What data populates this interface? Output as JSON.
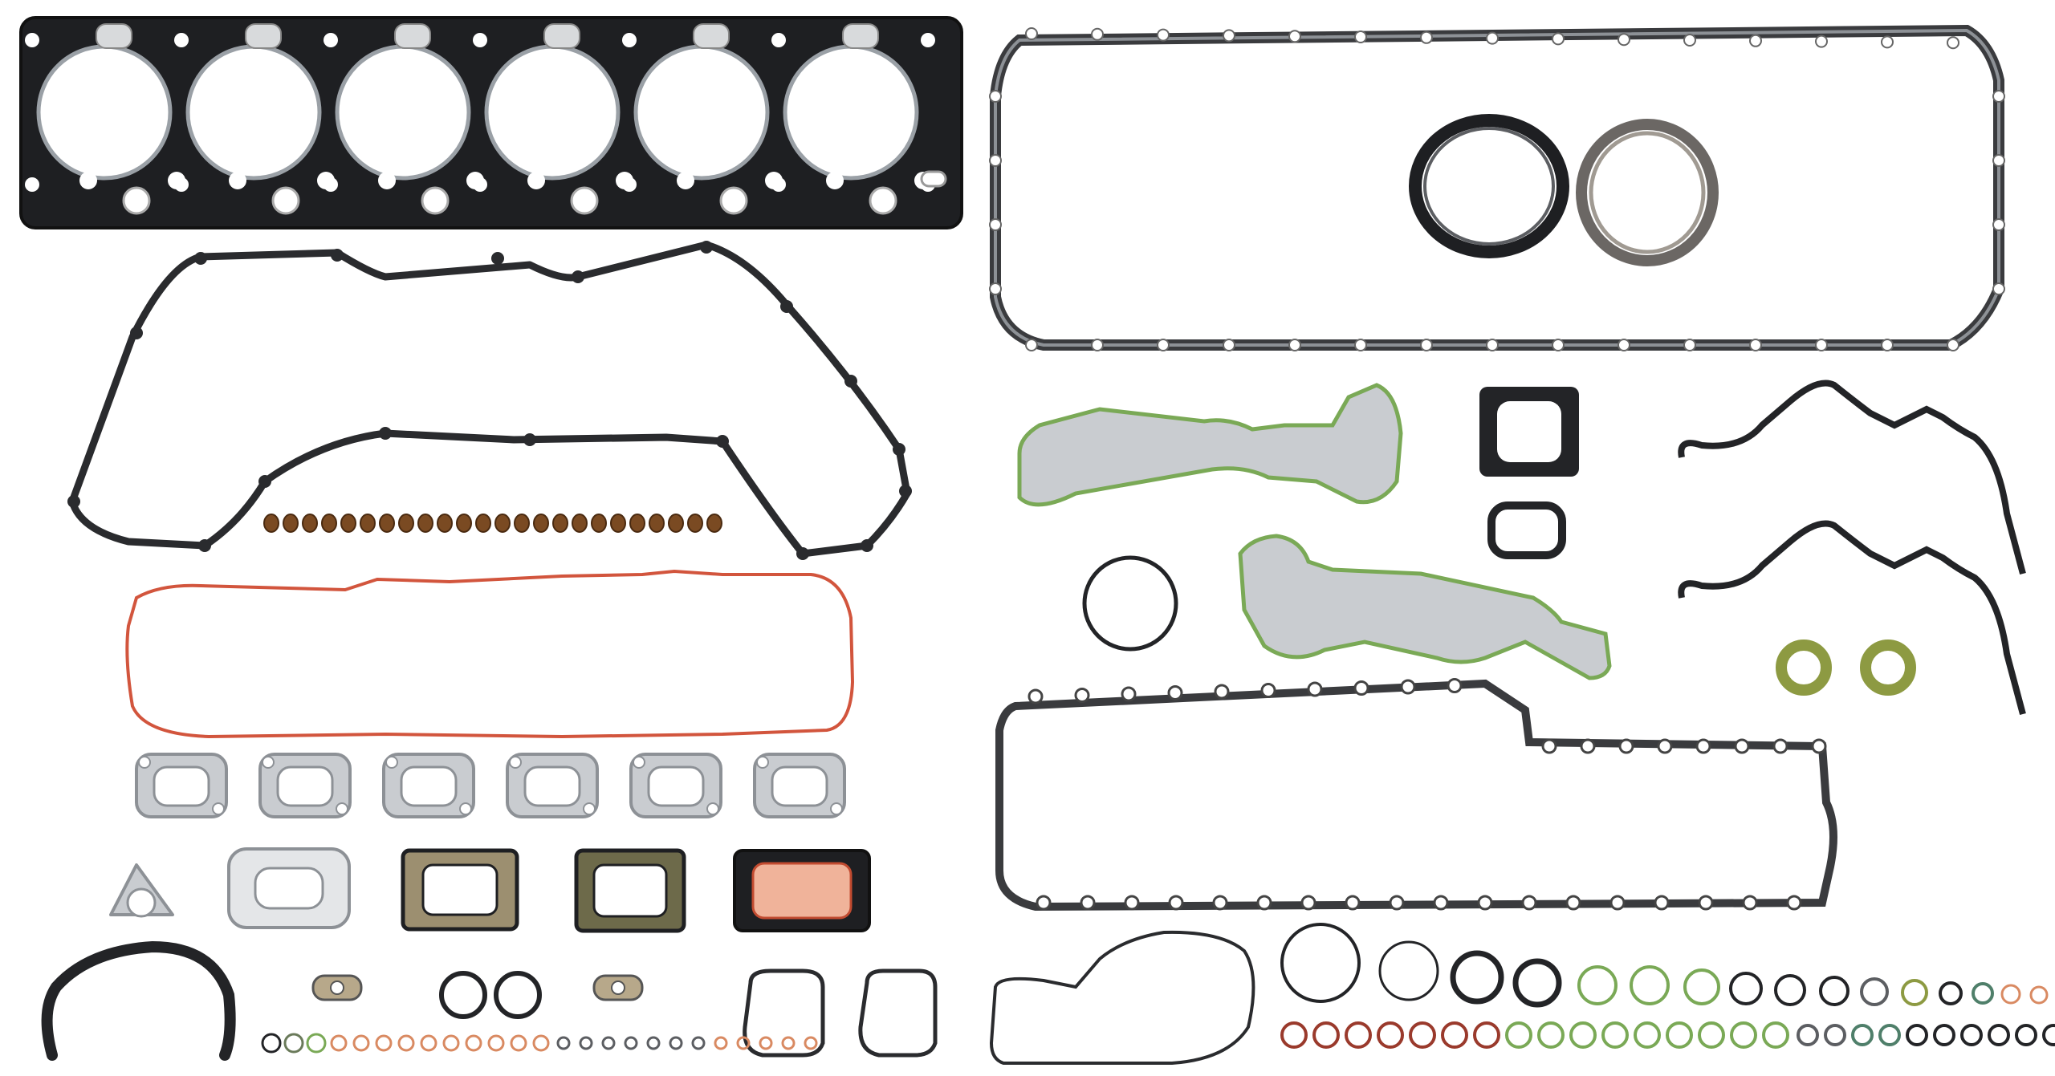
{
  "image": {
    "subject": "engine-gasket-kit",
    "colors": {
      "background": "#ffffff",
      "graphite": "#1e1f22",
      "steel": "#8d9196",
      "steel_light": "#c9ccd0",
      "rubber_dark": "#232427",
      "rubber_grey": "#5c5e62",
      "red_seal": "#d2553d",
      "green_seal": "#7aa956",
      "olive_seal": "#8d9a42",
      "orange_ring": "#d98a62",
      "brown_ring": "#9a3a2c",
      "stem_seal": "#7a4a22"
    },
    "counts": {
      "cylinders": 6,
      "valve_stem_seals": 24,
      "exhaust_manifold_gaskets": 6
    }
  }
}
